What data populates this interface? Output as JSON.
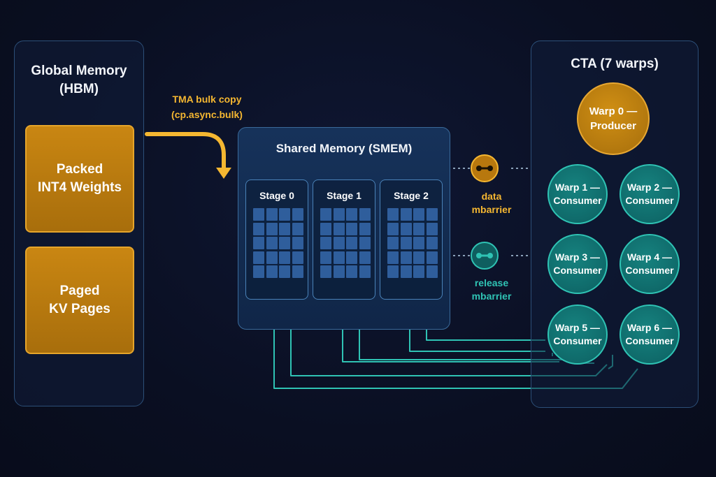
{
  "global_memory": {
    "title_line1": "Global Memory",
    "title_line2": "(HBM)",
    "box1_line1": "Packed",
    "box1_line2": "INT4 Weights",
    "box2_line1": "Paged",
    "box2_line2": "KV Pages"
  },
  "tma": {
    "line1": "TMA bulk copy",
    "line2": "(cp.async.bulk)"
  },
  "smem": {
    "title": "Shared Memory (SMEM)",
    "stages": [
      "Stage 0",
      "Stage 1",
      "Stage 2"
    ]
  },
  "barriers": {
    "data_line1": "data",
    "data_line2": "mbarrier",
    "release_line1": "release",
    "release_line2": "mbarrier"
  },
  "cta": {
    "title": "CTA (7 warps)",
    "producer": {
      "line1": "Warp 0 —",
      "line2": "Producer"
    },
    "consumers": [
      {
        "line1": "Warp 1 —",
        "line2": "Consumer"
      },
      {
        "line1": "Warp 2 —",
        "line2": "Consumer"
      },
      {
        "line1": "Warp 3 —",
        "line2": "Consumer"
      },
      {
        "line1": "Warp 4 —",
        "line2": "Consumer"
      },
      {
        "line1": "Warp 5 —",
        "line2": "Consumer"
      },
      {
        "line1": "Warp 6 —",
        "line2": "Consumer"
      }
    ]
  },
  "colors": {
    "background": "#0b1024",
    "amber": "#f5b731",
    "amber_fill": "#b8780e",
    "teal": "#2fc3b4",
    "teal_fill": "#0f6a6a",
    "panel_border": "#2c4f78",
    "smem_cell": "#2f5e9c"
  },
  "icons": {
    "data_barrier": "barrier-link-icon",
    "release_barrier": "barrier-link-icon"
  }
}
